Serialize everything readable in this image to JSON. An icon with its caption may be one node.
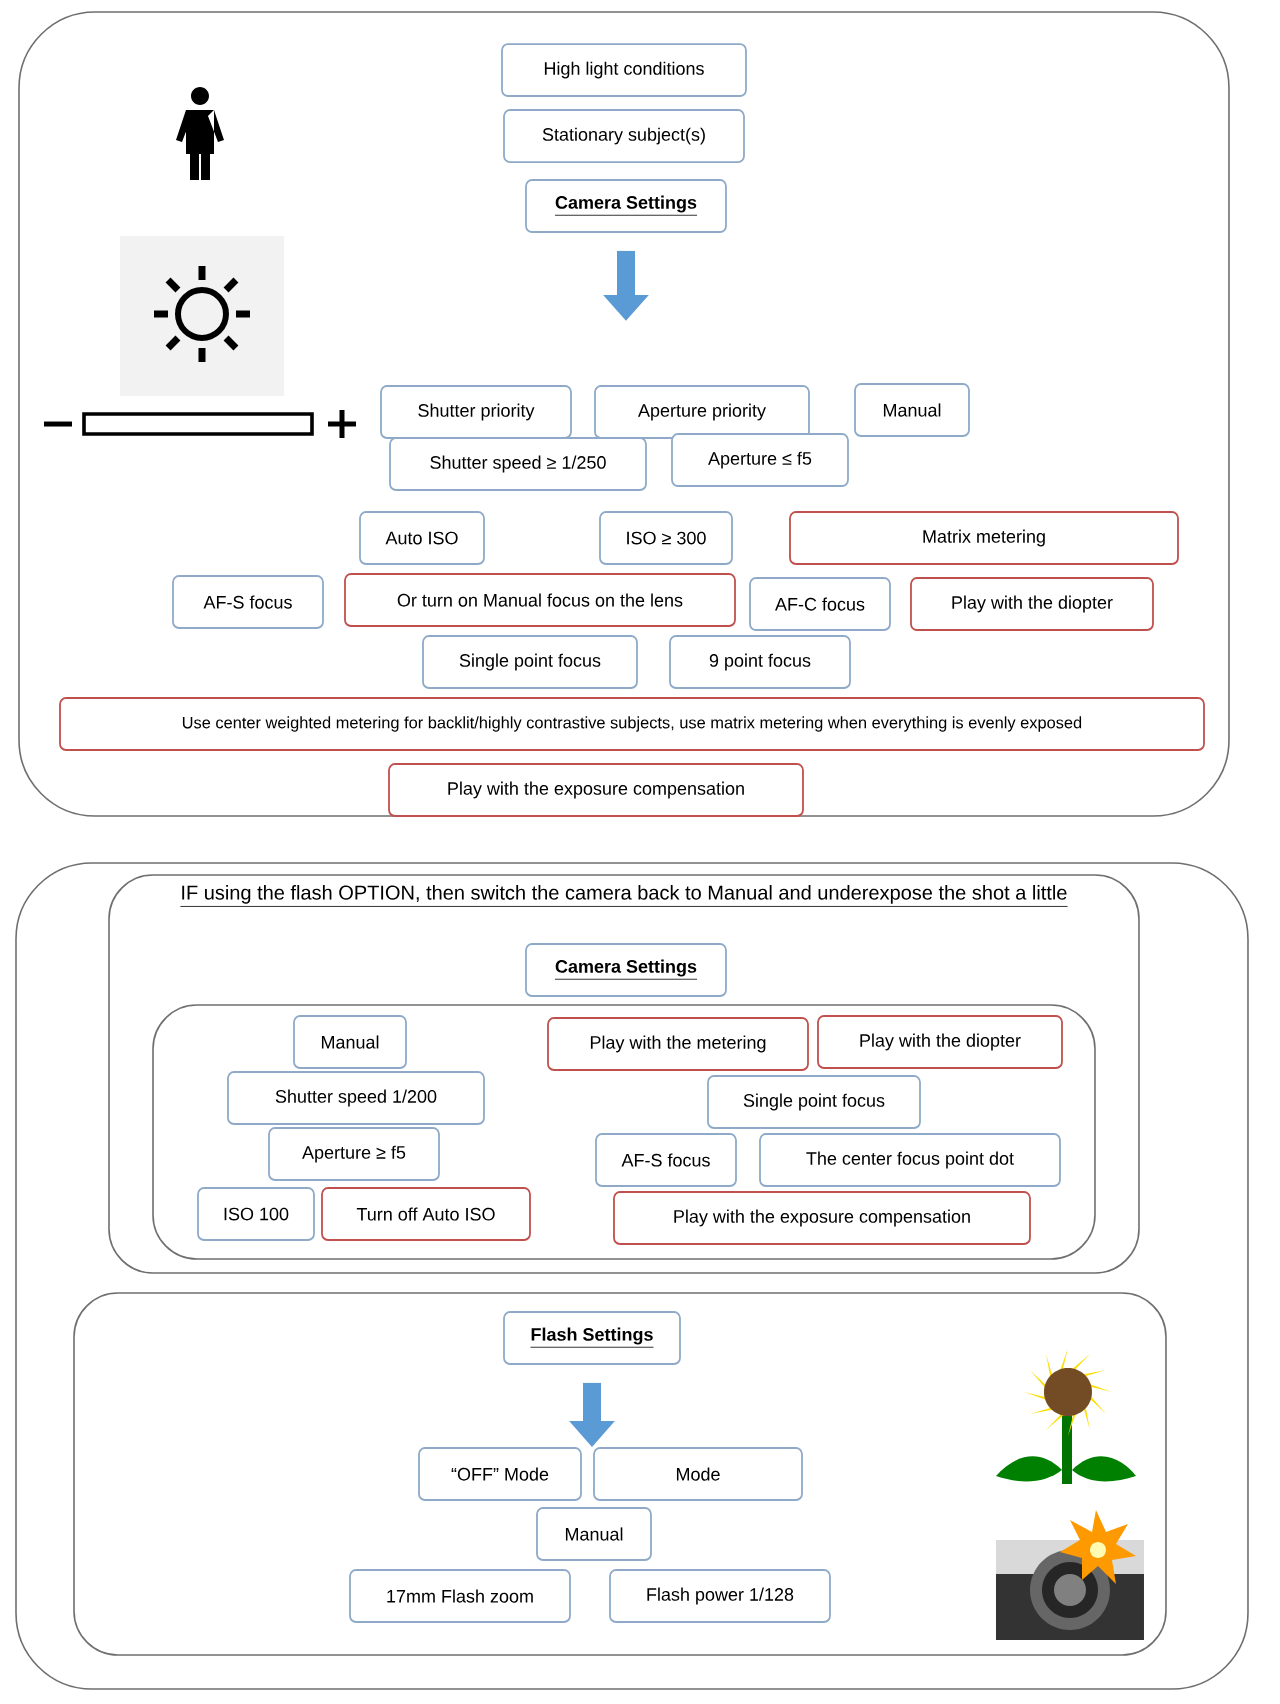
{
  "diagram": {
    "nodes": [
      {
        "text": [],
        "shape": "box"
      },
      {
        "text": [
          "High light conditions"
        ],
        "in": 0
      },
      {
        "text": [
          "Stationary subject(s)"
        ],
        "in": 0
      },
      {
        "text": [
          "Camera Settings"
        ],
        "in": 0
      },
      {
        "text": [
          "Shutter priority"
        ],
        "in": 0
      },
      {
        "text": [
          "Aperture priority"
        ],
        "in": 0
      },
      {
        "text": [
          "Manual"
        ],
        "in": 0
      },
      {
        "text": [
          "Shutter speed ≥ 1/250"
        ],
        "in": 0
      },
      {
        "text": [
          "Aperture ≤ f5"
        ],
        "in": 0
      },
      {
        "text": [
          "Auto ISO"
        ],
        "in": 0
      },
      {
        "text": [
          "ISO ≥ 300"
        ],
        "in": 0
      },
      {
        "text": [
          "Matrix metering"
        ],
        "in": 0
      },
      {
        "text": [
          "AF-S focus"
        ],
        "in": 0
      },
      {
        "text": [
          "Or turn on Manual focus on the lens"
        ],
        "in": 0
      },
      {
        "text": [
          "AF-C focus"
        ],
        "in": 0
      },
      {
        "text": [
          "Play with the diopter"
        ],
        "in": 0
      },
      {
        "text": [
          "Single point focus"
        ],
        "in": 0
      },
      {
        "text": [
          "9 point focus"
        ],
        "in": 0
      },
      {
        "text": [
          "Use center weighted metering for backlit/highly contrastive subjects, use matrix metering when everything is evenly exposed"
        ],
        "in": 0
      },
      {
        "text": [
          "Play with the exposure compensation"
        ],
        "in": 0
      },
      {
        "text": [],
        "shape": "box"
      },
      {
        "text": [
          "IF using the flash OPTION, then switch the camera back to Manual and underexpose the shot a little"
        ],
        "in": 20
      },
      {
        "text": [
          "Camera Settings"
        ],
        "in": 21
      },
      {
        "text": [],
        "shape": "box",
        "in": 21
      },
      {
        "text": [
          "Manual"
        ],
        "in": 23
      },
      {
        "text": [
          "Shutter speed 1/200"
        ],
        "in": 23
      },
      {
        "text": [
          "Aperture ≥ f5"
        ],
        "in": 23
      },
      {
        "text": [
          "ISO 100"
        ],
        "in": 23
      },
      {
        "text": [
          "Turn off Auto ISO"
        ],
        "in": 23
      },
      {
        "text": [
          "Play with the metering"
        ],
        "in": 23
      },
      {
        "text": [
          "Play with the diopter"
        ],
        "in": 23
      },
      {
        "text": [
          "Single point focus"
        ],
        "in": 23
      },
      {
        "text": [
          "AF-S focus"
        ],
        "in": 23
      },
      {
        "text": [
          "The center focus point dot"
        ],
        "in": 23
      },
      {
        "text": [
          "Play with the exposure compensation"
        ],
        "in": 23
      },
      {
        "text": [],
        "shape": "box",
        "in": 20
      },
      {
        "text": [
          "Flash Settings"
        ],
        "in": 35
      },
      {
        "text": [
          "“OFF” Mode"
        ],
        "in": 35
      },
      {
        "text": [
          "Mode"
        ],
        "in": 35
      },
      {
        "text": [
          "Manual"
        ],
        "in": 35
      },
      {
        "text": [
          "17mm Flash zoom"
        ],
        "in": 35
      },
      {
        "text": [
          "Flash power 1/128"
        ],
        "in": 35
      }
    ],
    "edges": [
      {
        "from": 3,
        "to": null,
        "arrow": "to",
        "color": "#5b9bd5"
      },
      {
        "from": 36,
        "to": 37,
        "arrow": "to",
        "color": "#5b9bd5"
      }
    ]
  }
}
